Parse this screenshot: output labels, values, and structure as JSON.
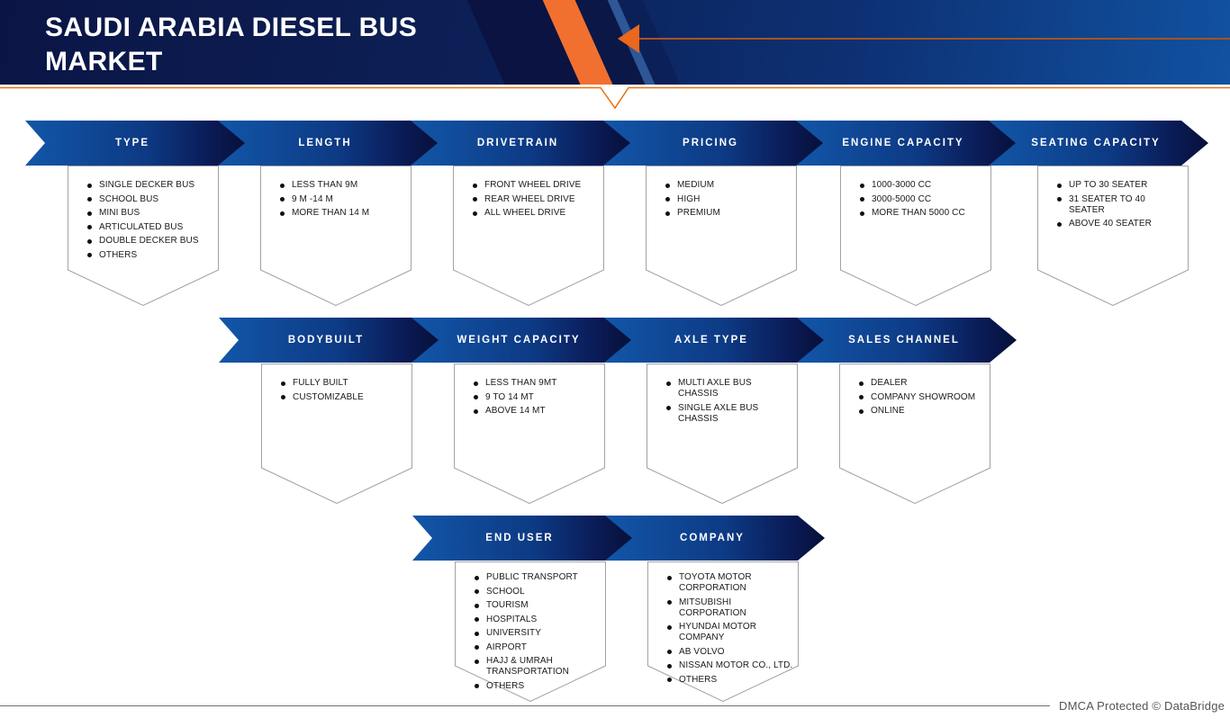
{
  "header": {
    "title": "SAUDI ARABIA DIESEL BUS MARKET"
  },
  "footer": {
    "dmca": "DMCA Protected © DataBridge"
  },
  "colors": {
    "accent_orange": "#f1702f",
    "arrow_blue": "#1256a8",
    "arrow_navy": "#071038",
    "header_navy": "#0b1545",
    "panel_border": "#a3a3a3"
  },
  "icons": {
    "left_arrow": "left-pointing-arrow",
    "down_notch": "down-chevron-notch"
  },
  "rows": [
    {
      "segments": [
        {
          "label": "TYPE",
          "items": [
            "SINGLE DECKER BUS",
            "SCHOOL BUS",
            "MINI BUS",
            "ARTICULATED BUS",
            "DOUBLE DECKER BUS",
            "OTHERS"
          ]
        },
        {
          "label": "LENGTH",
          "items": [
            "LESS THAN 9M",
            "9 M -14 M",
            "MORE THAN 14 M"
          ]
        },
        {
          "label": "DRIVETRAIN",
          "items": [
            "FRONT WHEEL DRIVE",
            "REAR WHEEL DRIVE",
            "ALL WHEEL DRIVE"
          ]
        },
        {
          "label": "PRICING",
          "items": [
            "MEDIUM",
            "HIGH",
            "PREMIUM"
          ]
        },
        {
          "label": "ENGINE CAPACITY",
          "items": [
            "1000-3000 CC",
            "3000-5000 CC",
            "MORE THAN 5000 CC"
          ]
        },
        {
          "label": "SEATING CAPACITY",
          "items": [
            "UP TO 30 SEATER",
            "31 SEATER TO 40 SEATER",
            "ABOVE 40 SEATER"
          ]
        }
      ]
    },
    {
      "segments": [
        {
          "label": "BODYBUILT",
          "items": [
            "FULLY BUILT",
            "CUSTOMIZABLE"
          ]
        },
        {
          "label": "WEIGHT CAPACITY",
          "items": [
            "LESS THAN 9MT",
            "9 TO 14 MT",
            "ABOVE 14 MT"
          ]
        },
        {
          "label": "AXLE TYPE",
          "items": [
            "MULTI AXLE BUS CHASSIS",
            "SINGLE AXLE BUS CHASSIS"
          ]
        },
        {
          "label": "SALES CHANNEL",
          "items": [
            "DEALER",
            "COMPANY SHOWROOM",
            "ONLINE"
          ]
        }
      ]
    },
    {
      "segments": [
        {
          "label": "END USER",
          "items": [
            "PUBLIC TRANSPORT",
            "SCHOOL",
            "TOURISM",
            "HOSPITALS",
            "UNIVERSITY",
            "AIRPORT",
            "HAJJ & UMRAH TRANSPORTATION",
            "OTHERS"
          ]
        },
        {
          "label": "COMPANY",
          "items": [
            "TOYOTA MOTOR CORPORATION",
            "MITSUBISHI CORPORATION",
            "HYUNDAI MOTOR COMPANY",
            "AB VOLVO",
            "NISSAN MOTOR CO., LTD.",
            "OTHERS"
          ]
        }
      ]
    }
  ]
}
